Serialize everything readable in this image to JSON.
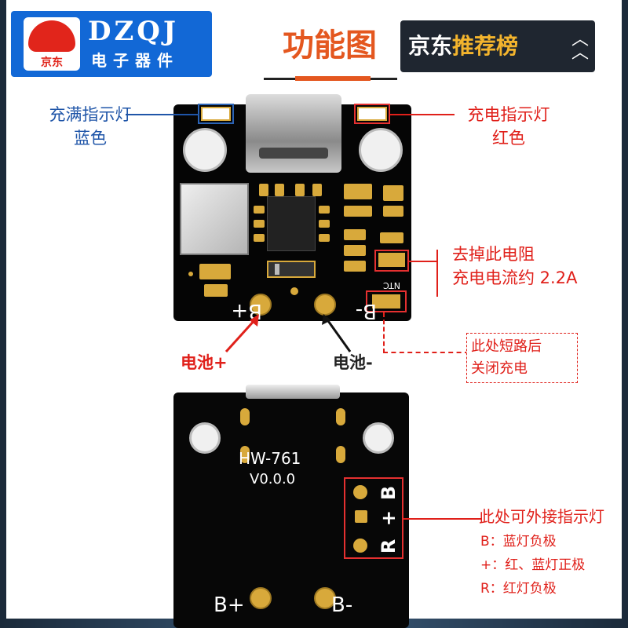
{
  "header": {
    "brand": "DZQJ",
    "brand_sub": "电子器件",
    "logo_store": "京东",
    "title": "功能图",
    "rank_prefix": "京东",
    "rank_highlight": "推荐榜",
    "rank_icon": "chevron-up-double-icon"
  },
  "top_board": {
    "silk_ntc": "NTC",
    "silk_bplus": "B+",
    "silk_bminus": "B-"
  },
  "annotations": {
    "full_led": "充满指示灯",
    "full_led_color": "蓝色",
    "charge_led": "充电指示灯",
    "charge_led_color": "红色",
    "remove_resistor": "去掉此电阻",
    "charge_current": "充电电流约 2.2A",
    "short_line1": "此处短路后",
    "short_line2": "关闭充电",
    "battery_plus": "电池+",
    "battery_minus": "电池-"
  },
  "bottom_board": {
    "model": "HW-761",
    "version": "V0.0.0",
    "ext_b": "B",
    "ext_plus": "+",
    "ext_r": "R",
    "silk_bplus": "B+",
    "silk_bminus": "B-"
  },
  "ext_annotations": {
    "title": "此处可外接指示灯",
    "b": "B：蓝灯负极",
    "plus": "+：红、蓝灯正极",
    "r": "R：红灯负极"
  },
  "colors": {
    "accent_orange": "#e4571f",
    "blue_label": "#1f55a8",
    "red_label": "#e0201a",
    "jd_blue": "#1268d6",
    "pcb": "#050505",
    "pad_gold": "#d8a93b"
  }
}
